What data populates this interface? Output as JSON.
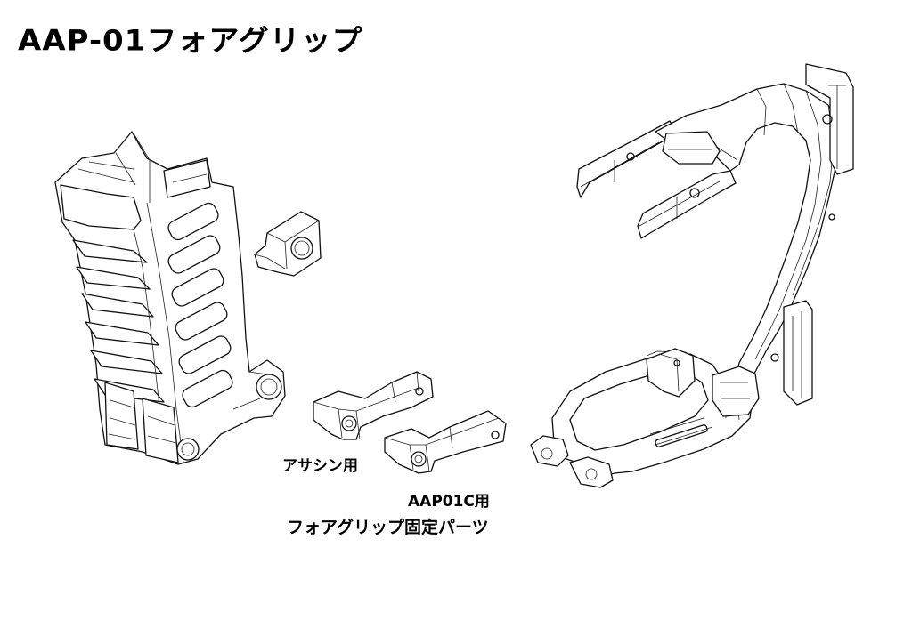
{
  "title": "AAP-01フォアグリップ",
  "labels": {
    "assassin": "アサシン用",
    "aap01c": "AAP01C用",
    "fix_part": "フォアグリップ固定パーツ"
  },
  "colors": {
    "line": "#111111",
    "background": "#ffffff",
    "text": "#000000"
  }
}
